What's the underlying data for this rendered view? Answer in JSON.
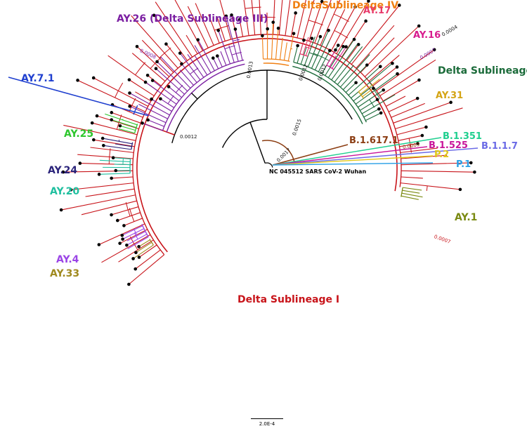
{
  "lineages": {
    "ay26": {
      "label": "AY.26 (Delta Sublineage III)",
      "color": "#7b1fa2"
    },
    "delta_iv": {
      "label": "DeltaSublineage IV",
      "color": "#f07f12"
    },
    "ay17": {
      "label": "AY.17",
      "color": "#e83a6b"
    },
    "ay16": {
      "label": "AY.16",
      "color": "#d81b8e"
    },
    "delta_ii": {
      "label": "Delta Sublineage II",
      "color": "#1b6b3a"
    },
    "ay31": {
      "label": "AY.31",
      "color": "#d4a414"
    },
    "ay71": {
      "label": "AY.7.1",
      "color": "#1f3fcf"
    },
    "ay25": {
      "label": "AY.25",
      "color": "#2ec72e"
    },
    "ay24": {
      "label": "AY.24",
      "color": "#2a237a"
    },
    "ay20": {
      "label": "AY.20",
      "color": "#1fbf9f"
    },
    "ay4": {
      "label": "AY.4",
      "color": "#9b45e6"
    },
    "ay33": {
      "label": "AY.33",
      "color": "#a08a1f"
    },
    "delta_i": {
      "label": "Delta Sublineage I",
      "color": "#c8141a"
    },
    "ay1": {
      "label": "AY.1",
      "color": "#7a8a12"
    },
    "b16171": {
      "label": "B.1.617.1",
      "color": "#8b3d12"
    },
    "b1351": {
      "label": "B.1.351",
      "color": "#1fcf8f"
    },
    "b1525": {
      "label": "B.1.525",
      "color": "#c8149a"
    },
    "b117": {
      "label": "B.1.1.7",
      "color": "#6a6ae6"
    },
    "p2": {
      "label": "P.2",
      "color": "#e0c81a"
    },
    "p1": {
      "label": "P.1",
      "color": "#2aa0e6"
    }
  },
  "root_label": "NC 045512 SARS CoV-2 Wuhan",
  "branch_lengths": {
    "backbone_top": "0.0013",
    "backbone_mid": "0.0015",
    "backbone_low": "0.0017",
    "ay26_stem": "0.0012",
    "delta_iv_stem": "0.0012",
    "delta_ii_stem": "0.0012",
    "ay16_tip": "0.0007",
    "delta_ii_tip": "0.0004",
    "ay26_tip": "0.0008",
    "b1525_tip": "0.0009",
    "ay1_tip": "0.0007"
  },
  "scale_bar": {
    "label": "2.0E-4"
  }
}
